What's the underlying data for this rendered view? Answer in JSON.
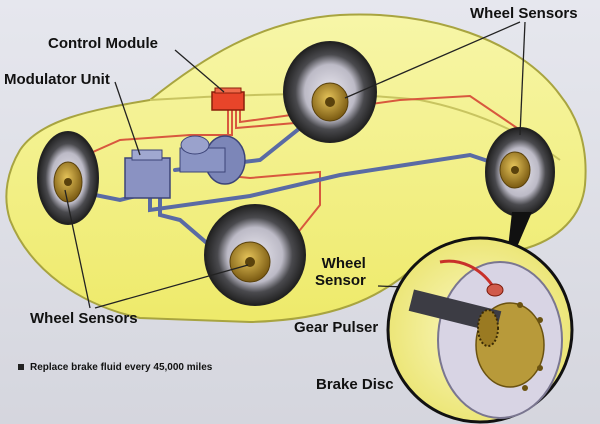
{
  "labels": {
    "control_module": "Control Module",
    "modulator_unit": "Modulator Unit",
    "wheel_sensors_top": "Wheel Sensors",
    "wheel_sensors_bottom": "Wheel Sensors",
    "wheel_sensor_line1": "Wheel",
    "wheel_sensor_line2": "Sensor",
    "gear_pulser": "Gear Pulser",
    "brake_disc": "Brake Disc"
  },
  "note": "Replace brake fluid every 45,000 miles",
  "colors": {
    "car_body": "#f4f28a",
    "car_outline": "#8a8a2a",
    "brake_line": "#5c6a9e",
    "sensor_wire": "#d0503a",
    "control_module": "#e8452a",
    "tire": "#3a3a3a",
    "hub_gold": "#b08a2a",
    "inset_bg": "#f6f3a0",
    "brake_disc": "#d8d4e4"
  }
}
